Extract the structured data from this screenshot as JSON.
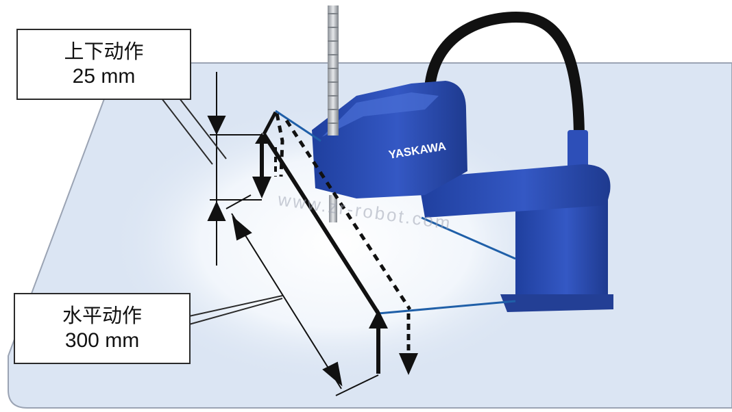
{
  "callouts": {
    "vertical": {
      "title": "上下动作",
      "value": "25 mm"
    },
    "horizontal": {
      "title": "水平动作",
      "value": "300 mm"
    }
  },
  "robot": {
    "brand": "YASKAWA",
    "body_color": "#2d4fb8"
  },
  "watermark": "www.zr-robot.com",
  "colors": {
    "platform": "#dbe5f3",
    "platform_edge": "#9aa3b3",
    "motion_line": "#111111",
    "link_line": "#1f5fa8"
  },
  "icons": {
    "prev": "chevron-left-icon"
  }
}
